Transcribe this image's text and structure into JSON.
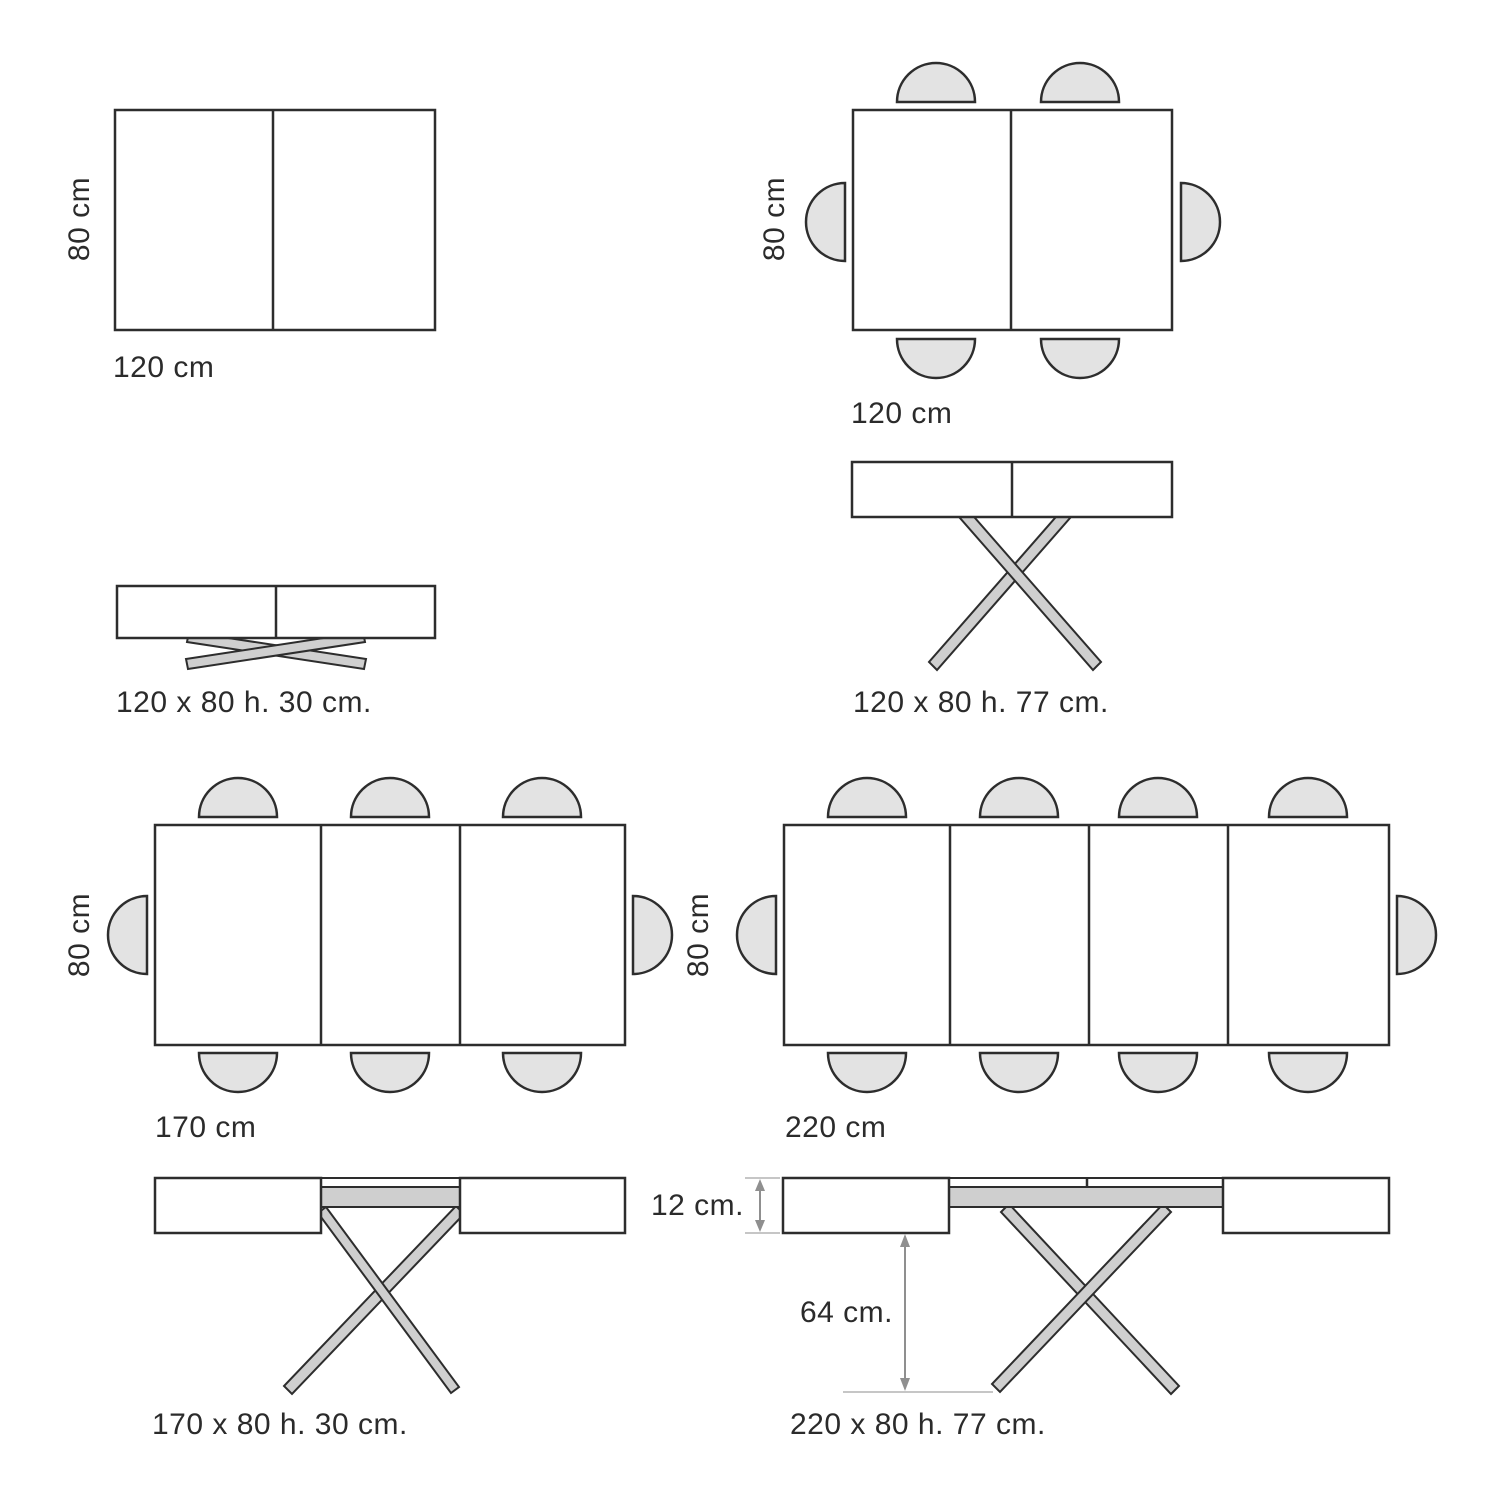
{
  "colors": {
    "bg": "#ffffff",
    "line": "#2d2d2d",
    "chair_fill": "#e3e3e3",
    "leg_fill": "#cfcfcf",
    "dim_line": "#8f8f8f",
    "tick": "#c6c6c6",
    "text": "#2b2b2b"
  },
  "diagrams": {
    "d1_closed_top": {
      "height_label": "80 cm",
      "width_label": "120 cm"
    },
    "d2_closed_top_seats": {
      "height_label": "80 cm",
      "width_label": "120 cm",
      "seat_count": 6
    },
    "d3_closed_side_low": {
      "label": "120 x 80 h. 30 cm."
    },
    "d4_closed_side_high": {
      "label": "120 x 80 h. 77 cm."
    },
    "d5_extended_top_170": {
      "height_label": "80 cm",
      "width_label": "170 cm",
      "seat_count": 8
    },
    "d6_extended_top_220": {
      "height_label": "80 cm",
      "width_label": "220 cm",
      "seat_count": 10
    },
    "d7_extended_side_170": {
      "label": "170 x 80 h. 30 cm."
    },
    "d8_extended_side_220": {
      "label": "220 x 80 h. 77 cm.",
      "top_thickness": "12 cm.",
      "leg_clearance": "64 cm."
    }
  }
}
